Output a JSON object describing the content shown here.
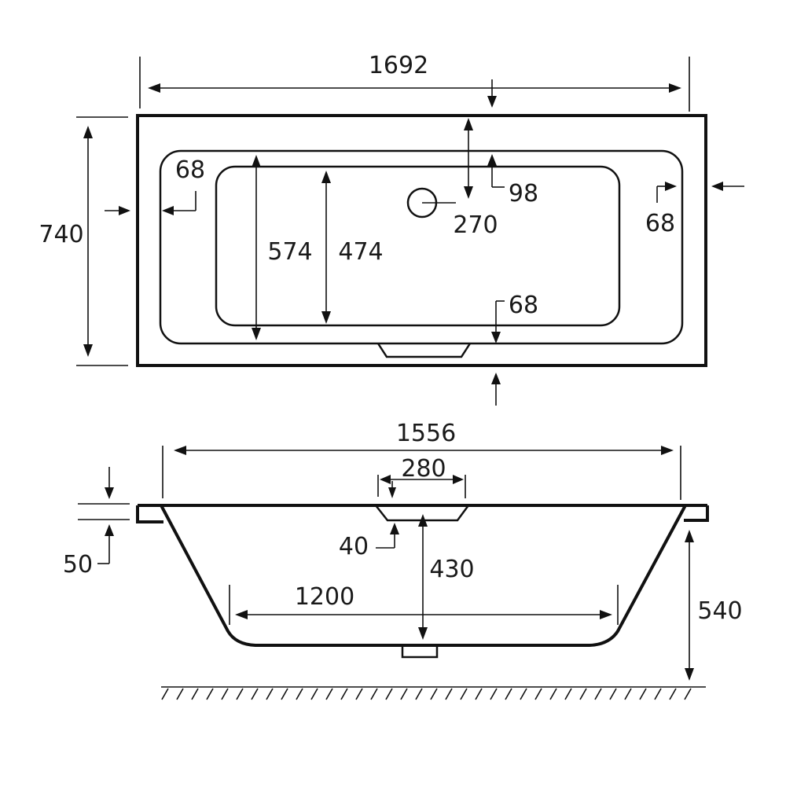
{
  "top_view": {
    "overall_length": "1692",
    "overall_width": "740",
    "rim_left": "68",
    "rim_right": "68",
    "rim_front": "68",
    "inner_offset": "98",
    "waste_position": "270",
    "bath_width": "574",
    "base_width": "474"
  },
  "side_view": {
    "top_length": "1556",
    "waste_span": "280",
    "waste_depth": "40",
    "rim_thickness": "50",
    "internal_depth": "430",
    "base_length": "1200",
    "overall_height": "540"
  },
  "colors": {
    "line": "#111111",
    "background": "#ffffff"
  }
}
